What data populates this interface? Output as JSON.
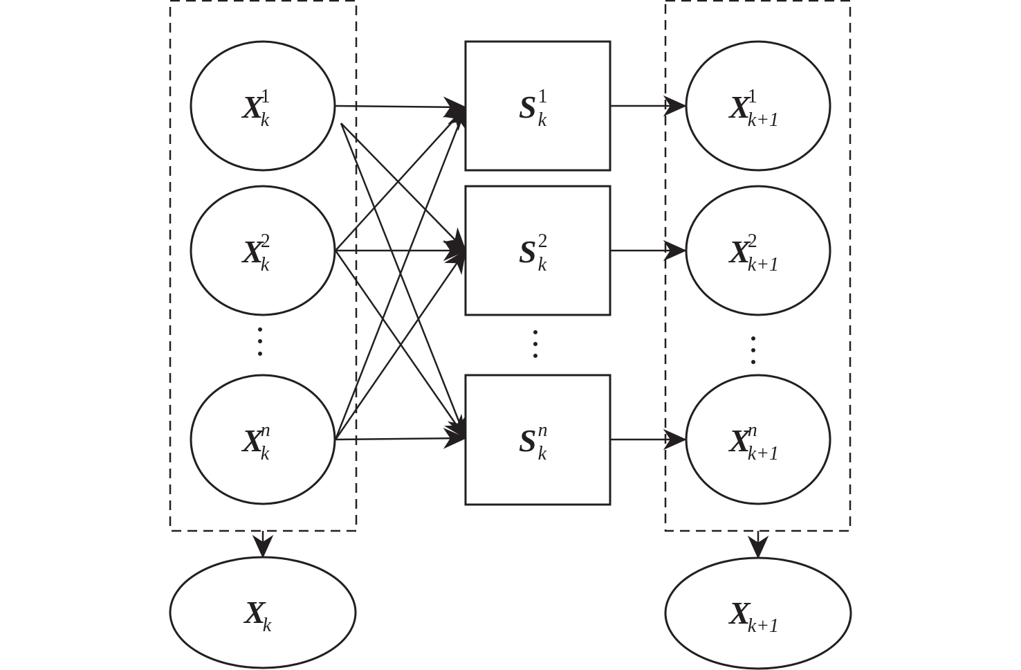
{
  "diagram": {
    "type": "flow",
    "colors": {
      "stroke": "#231f20",
      "background": "#ffffff"
    },
    "groups": [
      {
        "id": "left-group",
        "label": "",
        "members": [
          "x1k",
          "x2k",
          "xnk"
        ]
      },
      {
        "id": "right-group",
        "label": "",
        "members": [
          "x1k1",
          "x2k1",
          "xnk1"
        ]
      }
    ],
    "nodes": {
      "x1k": {
        "shape": "ellipse",
        "main": "X",
        "sub": "k",
        "sup": "1",
        "sup_italic": false
      },
      "x2k": {
        "shape": "ellipse",
        "main": "X",
        "sub": "k",
        "sup": "2",
        "sup_italic": false
      },
      "xnk": {
        "shape": "ellipse",
        "main": "X",
        "sub": "k",
        "sup": "n",
        "sup_italic": true
      },
      "s1k": {
        "shape": "rect",
        "main": "S",
        "sub": "k",
        "sup": "1",
        "sup_italic": false
      },
      "s2k": {
        "shape": "rect",
        "main": "S",
        "sub": "k",
        "sup": "2",
        "sup_italic": false
      },
      "snk": {
        "shape": "rect",
        "main": "S",
        "sub": "k",
        "sup": "n",
        "sup_italic": true
      },
      "x1k1": {
        "shape": "ellipse",
        "main": "X",
        "sub": "k+1",
        "sup": "1",
        "sup_italic": false
      },
      "x2k1": {
        "shape": "ellipse",
        "main": "X",
        "sub": "k+1",
        "sup": "2",
        "sup_italic": false
      },
      "xnk1": {
        "shape": "ellipse",
        "main": "X",
        "sub": "k+1",
        "sup": "n",
        "sup_italic": true
      },
      "xk": {
        "shape": "ellipse",
        "main": "X",
        "sub": "k",
        "sup": "",
        "sup_italic": false
      },
      "xk1": {
        "shape": "ellipse",
        "main": "X",
        "sub": "k+1",
        "sup": "",
        "sup_italic": false
      }
    },
    "edges": [
      {
        "from": "x1k",
        "to": "s1k"
      },
      {
        "from": "x1k",
        "to": "s2k"
      },
      {
        "from": "x1k",
        "to": "snk"
      },
      {
        "from": "x2k",
        "to": "s1k"
      },
      {
        "from": "x2k",
        "to": "s2k"
      },
      {
        "from": "x2k",
        "to": "snk"
      },
      {
        "from": "xnk",
        "to": "s1k"
      },
      {
        "from": "xnk",
        "to": "s2k"
      },
      {
        "from": "xnk",
        "to": "snk"
      },
      {
        "from": "s1k",
        "to": "x1k1"
      },
      {
        "from": "s2k",
        "to": "x2k1"
      },
      {
        "from": "snk",
        "to": "xnk1"
      },
      {
        "from": "left-group",
        "to": "xk"
      },
      {
        "from": "right-group",
        "to": "xk1"
      }
    ],
    "ellipsis": "⋮"
  }
}
